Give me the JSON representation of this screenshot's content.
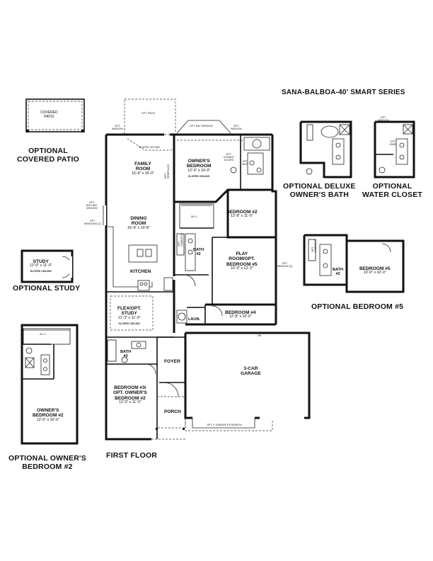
{
  "series_title": "SANA-BALBOA-40' SMART SERIES",
  "first_floor_label": "FIRST FLOOR",
  "options": {
    "covered_patio": "OPTIONAL\nCOVERED PATIO",
    "study": "OPTIONAL STUDY",
    "owners_bedroom_2": "OPTIONAL OWNER'S\nBEDROOM #2",
    "deluxe_bath": "OPTIONAL DELUXE\nOWNER'S BATH",
    "water_closet": "OPTIONAL\nWATER CLOSET",
    "bedroom_5": "OPTIONAL BEDROOM #5"
  },
  "rooms": {
    "family_room": {
      "name": "FAMILY\nROOM",
      "dim": "16'-4\" x 16'-0\""
    },
    "dining_room": {
      "name": "DINING\nROOM",
      "dim": "16'-4\" x 10'-8\""
    },
    "kitchen": {
      "name": "KITCHEN"
    },
    "flex_study": {
      "name": "FLEX/OPT.\nSTUDY",
      "dim": "12'-3\" x 11'-0\"",
      "note": "SLOPED CEILING"
    },
    "bath3": {
      "name": "BATH\n#3"
    },
    "bedroom3": {
      "name": "BEDROOM #3/\nOPT. OWNER'S\nBEDROOM #2",
      "dim": "12'-0\" x 11'-0\""
    },
    "foyer": {
      "name": "FOYER"
    },
    "porch": {
      "name": "PORCH"
    },
    "owners_bedroom": {
      "name": "OWNER'S\nBEDROOM",
      "dim": "12'-0\" x 16'-0\"",
      "note": "SLOPED CEILING"
    },
    "bedroom2": {
      "name": "BEDROOM #2",
      "dim": "12'-8\" x 11'-0\""
    },
    "play_room": {
      "name": "PLAY\nROOM/OPT.\nBEDROOM #5",
      "dim": "10'-3\" x 12'-3\""
    },
    "bath2": {
      "name": "BATH\n#2"
    },
    "bedroom4": {
      "name": "BEDROOM #4",
      "dim": "12'-8\" x 10'-0\""
    },
    "laundry": {
      "name": "LAUN."
    },
    "garage": {
      "name": "3-CAR\nGARAGE"
    },
    "wic": {
      "name": "W.I.C."
    },
    "opt_covered_patio": {
      "name": "COVERED\nPATIO"
    },
    "opt_study": {
      "name": "STUDY",
      "dim": "12'-0\" x 11'-0\"",
      "note": "SLOPED CEILING"
    },
    "opt_owners_bedroom2": {
      "name": "OWNER'S\nBEDROOM #2",
      "dim": "12'-0\" x 16'-0\""
    },
    "opt_bedroom5": {
      "name": "BEDROOM #5",
      "dim": "10'-0\" x 10'-0\""
    },
    "opt_bath2": {
      "name": "BATH\n#2"
    },
    "opt_wic": {
      "name": "W.I.C."
    }
  },
  "notes": {
    "opt_patio": "OPT. PATIO",
    "sloped_ceiling": "SLOPED CEILING",
    "opt_bay_window": "OPT. BAY WINDOW",
    "opt_window": "OPT.\nWINDOW",
    "opt_fireplace": "OPT.\nFIREPLACE",
    "opt_box_bay": "OPT.\nBOX BAY\nWINDOW",
    "opt_windows": "OPT.\nWINDOWS (2)",
    "opt_double_door": "OPT.\nDOUBLE\nDOORS",
    "opt_seat": "OPT.\nSEAT",
    "opt_cabinets": "OPT.\nCABINETS",
    "opt_garage_ext": "OPT. 4' GARAGE EXTENSION",
    "opt_window_3": "OPT.\nWINDOW (3)",
    "opt_linen": "OPT.\nLINEN",
    "nr": "NR"
  }
}
